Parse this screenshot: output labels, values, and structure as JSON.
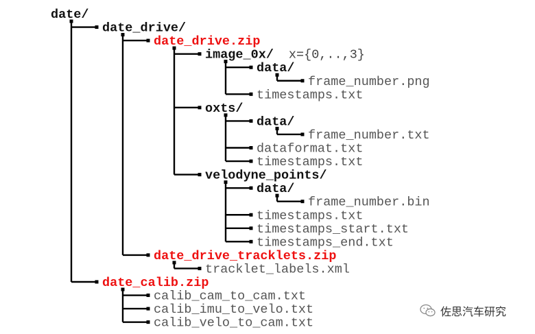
{
  "colors": {
    "line": "#000000",
    "folder": "#111111",
    "file": "#555555",
    "archive": "#ee1111",
    "annotation": "#444444"
  },
  "tree": [
    {
      "id": "n0",
      "depth": 0,
      "label": "date/",
      "kind": "folder",
      "parent": null
    },
    {
      "id": "n1",
      "depth": 1,
      "label": "date_drive/",
      "kind": "folder",
      "parent": "n0"
    },
    {
      "id": "n2",
      "depth": 2,
      "label": "date_drive.zip",
      "kind": "archive",
      "parent": "n1"
    },
    {
      "id": "n3",
      "depth": 3,
      "label": "image_0x/",
      "kind": "folder",
      "parent": "n2",
      "note": "x={0,..,3}"
    },
    {
      "id": "n4",
      "depth": 4,
      "label": "data/",
      "kind": "folder",
      "parent": "n3"
    },
    {
      "id": "n5",
      "depth": 5,
      "label": "frame_number.png",
      "kind": "file",
      "parent": "n4"
    },
    {
      "id": "n6",
      "depth": 4,
      "label": "timestamps.txt",
      "kind": "file",
      "parent": "n3"
    },
    {
      "id": "n7",
      "depth": 3,
      "label": "oxts/",
      "kind": "folder",
      "parent": "n2"
    },
    {
      "id": "n8",
      "depth": 4,
      "label": "data/",
      "kind": "folder",
      "parent": "n7"
    },
    {
      "id": "n9",
      "depth": 5,
      "label": "frame_number.txt",
      "kind": "file",
      "parent": "n8"
    },
    {
      "id": "n10",
      "depth": 4,
      "label": "dataformat.txt",
      "kind": "file",
      "parent": "n7"
    },
    {
      "id": "n11",
      "depth": 4,
      "label": "timestamps.txt",
      "kind": "file",
      "parent": "n7"
    },
    {
      "id": "n12",
      "depth": 3,
      "label": "velodyne_points/",
      "kind": "folder",
      "parent": "n2"
    },
    {
      "id": "n13",
      "depth": 4,
      "label": "data/",
      "kind": "folder",
      "parent": "n12"
    },
    {
      "id": "n14",
      "depth": 5,
      "label": "frame_number.bin",
      "kind": "file",
      "parent": "n13"
    },
    {
      "id": "n15",
      "depth": 4,
      "label": "timestamps.txt",
      "kind": "file",
      "parent": "n12"
    },
    {
      "id": "n16",
      "depth": 4,
      "label": "timestamps_start.txt",
      "kind": "file",
      "parent": "n12"
    },
    {
      "id": "n17",
      "depth": 4,
      "label": "timestamps_end.txt",
      "kind": "file",
      "parent": "n12"
    },
    {
      "id": "n18",
      "depth": 2,
      "label": "date_drive_tracklets.zip",
      "kind": "archive",
      "parent": "n1"
    },
    {
      "id": "n19",
      "depth": 3,
      "label": "tracklet_labels.xml",
      "kind": "file",
      "parent": "n18"
    },
    {
      "id": "n20",
      "depth": 1,
      "label": "date_calib.zip",
      "kind": "archive",
      "parent": "n0"
    },
    {
      "id": "n21",
      "depth": 2,
      "label": "calib_cam_to_cam.txt",
      "kind": "file",
      "parent": "n20"
    },
    {
      "id": "n22",
      "depth": 2,
      "label": "calib_imu_to_velo.txt",
      "kind": "file",
      "parent": "n20"
    },
    {
      "id": "n23",
      "depth": 2,
      "label": "calib_velo_to_cam.txt",
      "kind": "file",
      "parent": "n20"
    }
  ],
  "watermark": {
    "text": "佐思汽车研究",
    "icon": "wechat-icon"
  }
}
